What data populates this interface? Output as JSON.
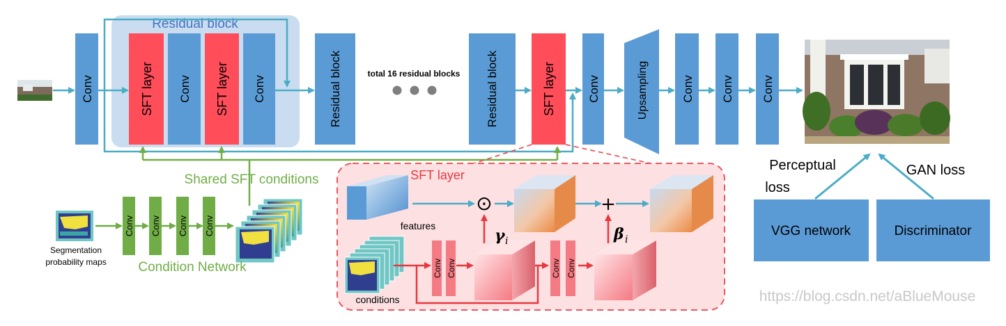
{
  "colors": {
    "conv_blue": "#5b9bd5",
    "sft_red": "#ff4d5a",
    "residual_bg": "#c9dcf0",
    "cond_green": "#70ad47",
    "sft_panel_bg": "#fde0e2",
    "sft_panel_border": "#e8585e",
    "arrow_teal": "#4bacc6",
    "arrow_green": "#70ad47",
    "arrow_red": "#e8383f",
    "dots_gray": "#7f7f7f",
    "watermark": "#c8c8c8"
  },
  "main": {
    "conv": "Conv",
    "sft_layer": "SFT layer",
    "residual_block": "Residual block",
    "residual_block_title": "Residual block",
    "total_blocks": "total 16 residual blocks",
    "upsampling": "Upsampling"
  },
  "losses": {
    "perceptual": [
      "Perceptual",
      "loss"
    ],
    "gan": "GAN loss",
    "vgg": "VGG network",
    "discriminator": "Discriminator"
  },
  "condition": {
    "shared": "Shared SFT conditions",
    "network": "Condition Network",
    "seg_caption": [
      "Segmentation",
      "probability maps"
    ],
    "conv": "Conv"
  },
  "sft_detail": {
    "title": "SFT layer",
    "features": "features",
    "conditions": "conditions",
    "conv": "Conv",
    "gamma": "γ",
    "beta": "β",
    "sub": "i",
    "odot": "⊙",
    "plus": "+"
  },
  "watermark": "https://blog.csdn.net/aBlueMouse"
}
